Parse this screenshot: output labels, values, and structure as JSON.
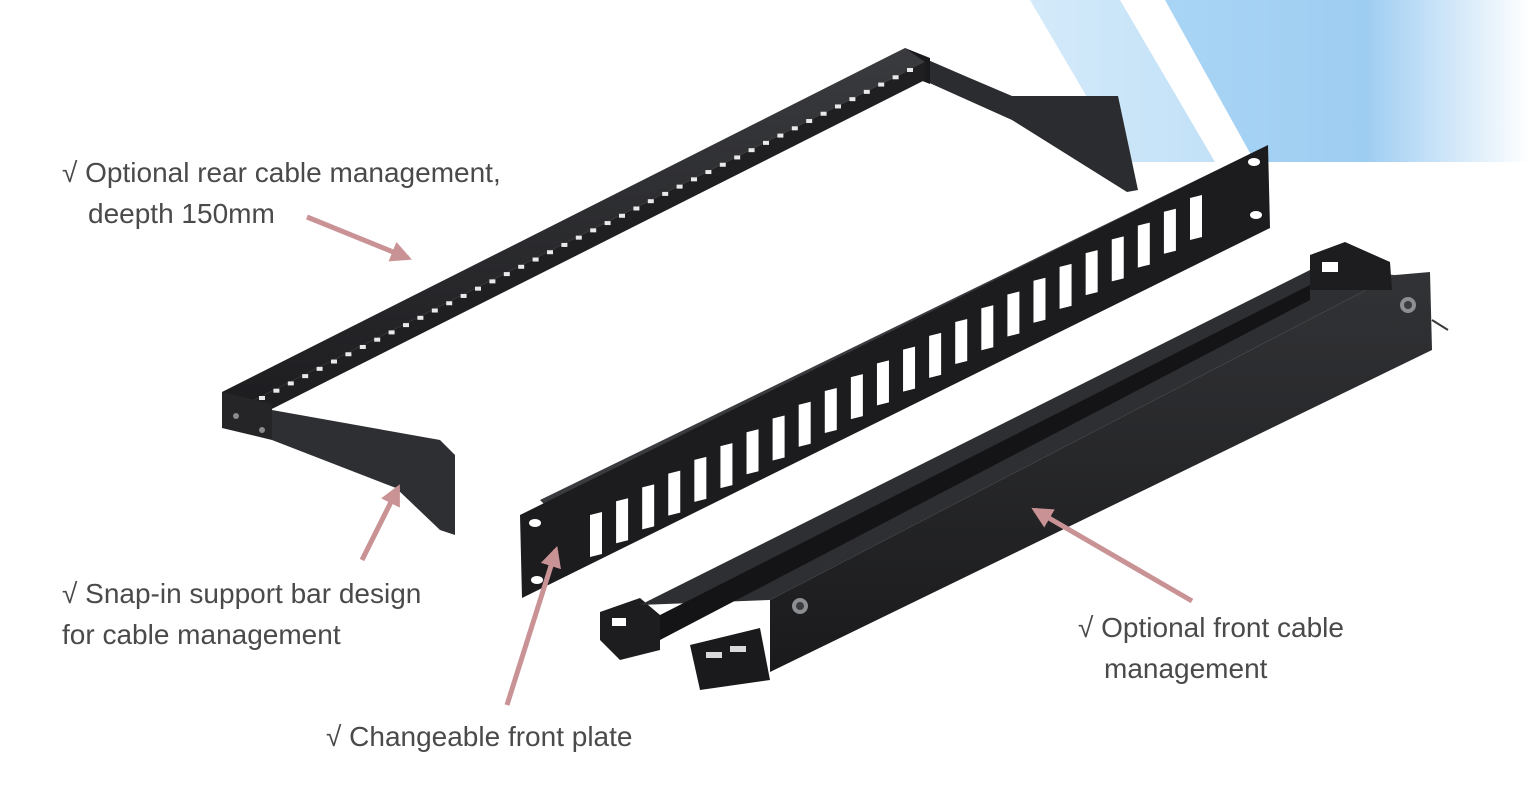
{
  "colors": {
    "text": "#4a4a4a",
    "arrow": "#c99294",
    "metal_dark": "#1b1b1d",
    "metal_mid": "#2e2f31",
    "metal_light": "#48494c",
    "accent_blue": "#9ecdf2"
  },
  "callouts": {
    "rear_cable_management": {
      "line1": "√ Optional rear cable management,",
      "line2": "deepth 150mm"
    },
    "snap_in_support_bar": {
      "line1": "√ Snap-in support bar design",
      "line2": "for cable management"
    },
    "changeable_front_plate": {
      "line1": "√ Changeable front plate"
    },
    "front_cable_management": {
      "line1": "√ Optional front cable",
      "line2": "management"
    }
  },
  "front_plate": {
    "slot_count": 24
  },
  "rear_bar": {
    "hole_count": 46
  }
}
